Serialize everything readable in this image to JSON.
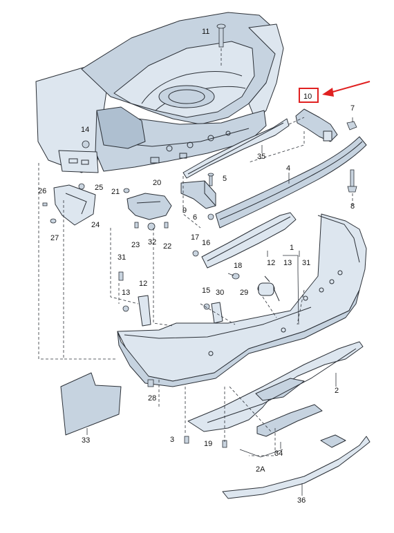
{
  "callouts": {
    "c1": "1",
    "c2": "2",
    "c2A": "2A",
    "c3": "3",
    "c4": "4",
    "c5": "5",
    "c6": "6",
    "c7": "7",
    "c8": "8",
    "c9": "9",
    "c10": "10",
    "c11": "11",
    "c12": "12",
    "c12b": "12",
    "c13": "13",
    "c14": "14",
    "c15": "15",
    "c16": "16",
    "c17": "17",
    "c18": "18",
    "c19": "19",
    "c20": "20",
    "c21": "21",
    "c22": "22",
    "c23": "23",
    "c24": "24",
    "c25": "25",
    "c26": "26",
    "c27": "27",
    "c28": "28",
    "c29": "29",
    "c30": "30",
    "c31": "31",
    "c31b": "31",
    "c32": "32",
    "c33": "33",
    "c34": "34",
    "c35": "35",
    "c36": "36"
  },
  "highlight": {
    "part": "10",
    "color": "#e02020"
  }
}
